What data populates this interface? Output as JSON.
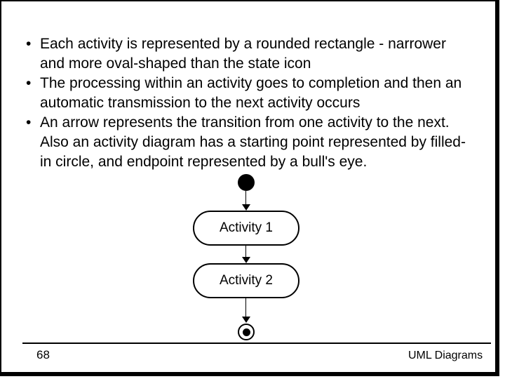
{
  "slide": {
    "bullet_glyph": "•",
    "bullets": [
      "Each activity is represented by a rounded rectangle - narrower and more oval-shaped than the state icon",
      "The processing within an activity goes to completion and then an automatic transmission to the next activity occurs",
      "An arrow represents the transition from one activity to the next. Also an activity diagram has a starting point represented by filled-in circle, and endpoint represented by a bull's eye."
    ],
    "diagram": {
      "type": "uml-activity-diagram",
      "start_symbol": "filled-circle",
      "end_symbol": "bulls-eye",
      "activities": [
        {
          "label": "Activity 1"
        },
        {
          "label": "Activity 2"
        }
      ]
    },
    "footer": {
      "page_number": "68",
      "title": "UML Diagrams"
    },
    "colors": {
      "background": "#ffffff",
      "text": "#000000",
      "frame_border": "#000000"
    }
  }
}
